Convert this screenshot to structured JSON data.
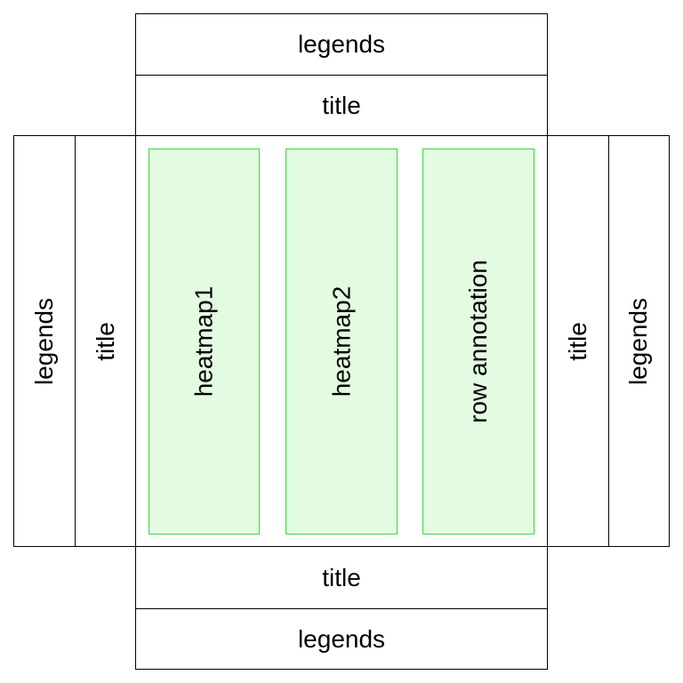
{
  "top": {
    "legends": "legends",
    "title": "title"
  },
  "bottom": {
    "title": "title",
    "legends": "legends"
  },
  "left": {
    "legends": "legends",
    "title": "title"
  },
  "right": {
    "title": "title",
    "legends": "legends"
  },
  "body": {
    "heatmap1": "heatmap1",
    "heatmap2": "heatmap2",
    "row_annotation": "row annotation"
  },
  "colors": {
    "box_border": "#000000",
    "panel_fill": "#e3fbe0",
    "panel_border": "#33dd33"
  }
}
